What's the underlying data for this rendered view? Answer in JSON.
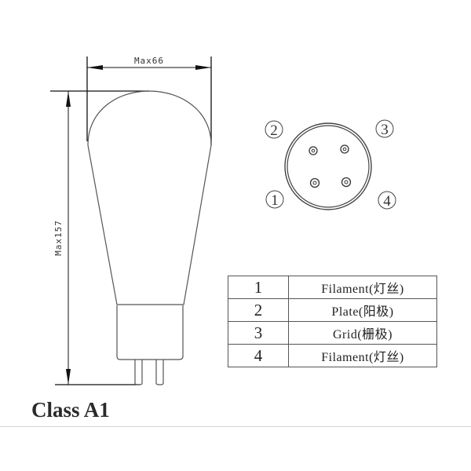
{
  "dimensions": {
    "width_label": "Max66",
    "height_label": "Max157"
  },
  "pinout": {
    "labels": [
      {
        "num": "1",
        "position": "bottom-left"
      },
      {
        "num": "2",
        "position": "top-left"
      },
      {
        "num": "3",
        "position": "top-right"
      },
      {
        "num": "4",
        "position": "bottom-right"
      }
    ]
  },
  "pin_table": {
    "rows": [
      {
        "num": "1",
        "function": "Filament(灯丝)"
      },
      {
        "num": "2",
        "function": "Plate(阳极)"
      },
      {
        "num": "3",
        "function": "Grid(栅极)"
      },
      {
        "num": "4",
        "function": "Filament(灯丝)"
      }
    ]
  },
  "title": "Class A1",
  "colors": {
    "line": "#555555",
    "dim_line": "#111111",
    "text": "#2a2a2a",
    "background": "#ffffff"
  }
}
